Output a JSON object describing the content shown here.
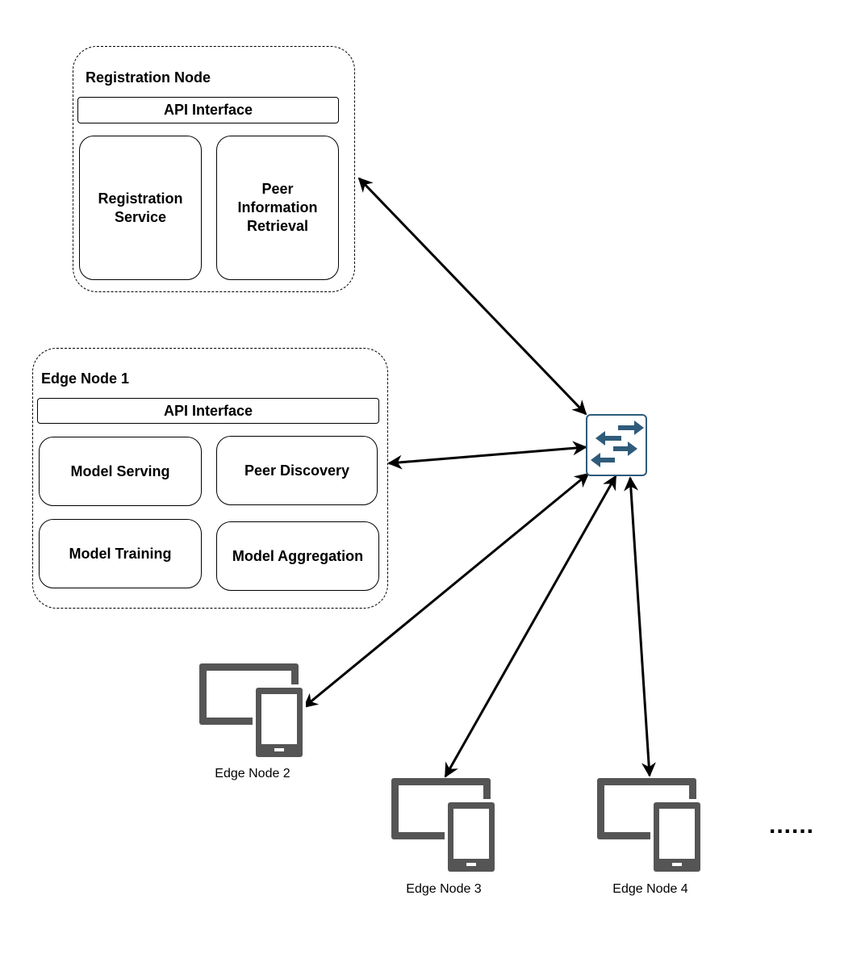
{
  "registration_node": {
    "title": "Registration Node",
    "api_bar": "API Interface",
    "services": [
      "Registration\nService",
      "Peer\nInformation\nRetrieval"
    ]
  },
  "edge_node_1": {
    "title": "Edge Node 1",
    "api_bar": "API Interface",
    "services": [
      "Model Serving",
      "Peer Discovery",
      "Model Training",
      "Model Aggregation"
    ]
  },
  "switch": {
    "icon": "network-switch-icon",
    "color": "#2f5b7a"
  },
  "devices": [
    {
      "label": "Edge Node 2",
      "icon": "desktop-tablet-icon"
    },
    {
      "label": "Edge Node 3",
      "icon": "desktop-tablet-icon"
    },
    {
      "label": "Edge Node 4",
      "icon": "desktop-tablet-icon"
    }
  ],
  "more": "......",
  "colors": {
    "device": "#555555",
    "line": "#000000"
  }
}
